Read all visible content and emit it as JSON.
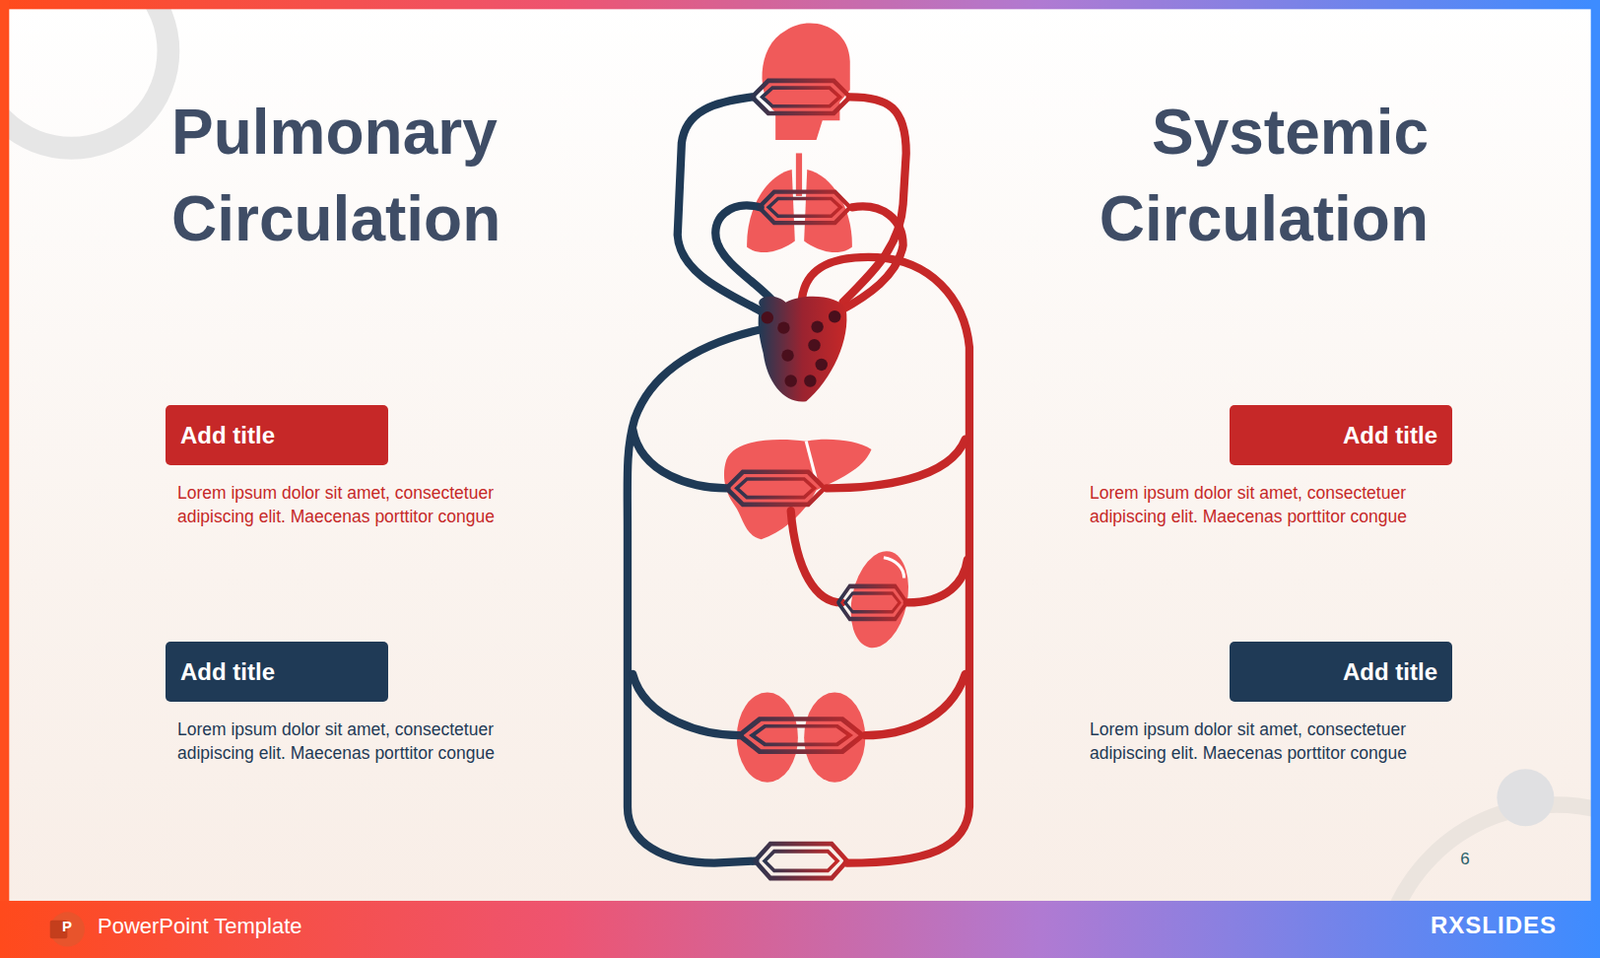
{
  "diagram": {
    "nodes": [
      {
        "text": [
          "Add title",
          "Lorem ipsum dolor sit amet, consectetuer adipiscing elit. Maecenas porttitor congue"
        ]
      },
      {
        "text": [
          "Add title",
          "Lorem ipsum dolor sit amet, consectetuer adipiscing elit. Maecenas porttitor congue"
        ]
      },
      {
        "text": [
          "Add title",
          "Lorem ipsum dolor sit amet, consectetuer adipiscing elit. Maecenas porttitor congue"
        ]
      },
      {
        "text": [
          "Add title",
          "Lorem ipsum dolor sit amet, consectetuer adipiscing elit. Maecenas porttitor congue"
        ]
      }
    ],
    "labels": [
      "Pulmonary Circulation",
      "Systemic Circulation",
      "6",
      "P",
      "PowerPoint Template",
      "RXSLIDES"
    ]
  }
}
